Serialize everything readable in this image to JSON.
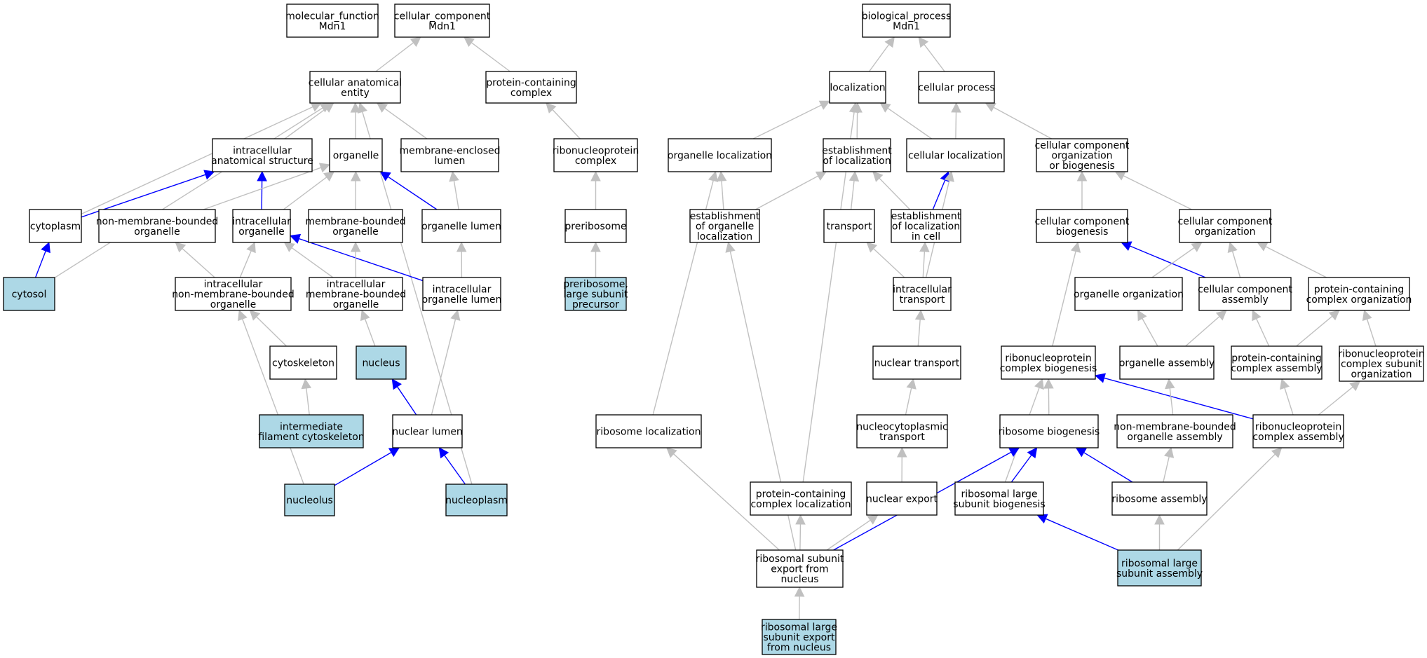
{
  "colors": {
    "edge_is_a": "#c0c0c0",
    "edge_part_of": "#0000ff",
    "node_default": "#ffffff",
    "node_annotated": "#add8e6",
    "node_border": "#000000",
    "text": "#000000"
  },
  "nodes": {
    "mf_root": {
      "label": [
        "molecular_function",
        "Mdn1"
      ],
      "annotated": false
    },
    "cc_root": {
      "label": [
        "cellular_component",
        "Mdn1"
      ],
      "annotated": false
    },
    "bp_root": {
      "label": [
        "biological_process",
        "Mdn1"
      ],
      "annotated": false
    },
    "cell_anat": {
      "label": [
        "cellular anatomical",
        "entity"
      ],
      "annotated": false
    },
    "prot_cont_complex": {
      "label": [
        "protein-containing",
        "complex"
      ],
      "annotated": false
    },
    "intracell_anat": {
      "label": [
        "intracellular",
        "anatomical structure"
      ],
      "annotated": false
    },
    "organelle": {
      "label": [
        "organelle"
      ],
      "annotated": false
    },
    "membrane_encl_lumen": {
      "label": [
        "membrane-enclosed",
        "lumen"
      ],
      "annotated": false
    },
    "rnp_complex": {
      "label": [
        "ribonucleoprotein",
        "complex"
      ],
      "annotated": false
    },
    "cytoplasm": {
      "label": [
        "cytoplasm"
      ],
      "annotated": false
    },
    "nonmem_org": {
      "label": [
        "non-membrane-bounded",
        "organelle"
      ],
      "annotated": false
    },
    "intracell_org": {
      "label": [
        "intracellular",
        "organelle"
      ],
      "annotated": false
    },
    "mem_org": {
      "label": [
        "membrane-bounded",
        "organelle"
      ],
      "annotated": false
    },
    "org_lumen": {
      "label": [
        "organelle lumen"
      ],
      "annotated": false
    },
    "preribosome": {
      "label": [
        "preribosome"
      ],
      "annotated": false
    },
    "cytosol": {
      "label": [
        "cytosol"
      ],
      "annotated": true
    },
    "intracell_nonmem_org": {
      "label": [
        "intracellular",
        "non-membrane-bounded",
        "organelle"
      ],
      "annotated": false
    },
    "intracell_mem_org": {
      "label": [
        "intracellular",
        "membrane-bounded",
        "organelle"
      ],
      "annotated": false
    },
    "intracell_org_lumen": {
      "label": [
        "intracellular",
        "organelle lumen"
      ],
      "annotated": false
    },
    "preribosome_lsu": {
      "label": [
        "preribosome,",
        "large subunit",
        "precursor"
      ],
      "annotated": true
    },
    "cytoskeleton": {
      "label": [
        "cytoskeleton"
      ],
      "annotated": false
    },
    "nucleus": {
      "label": [
        "nucleus"
      ],
      "annotated": true
    },
    "int_filament": {
      "label": [
        "intermediate",
        "filament cytoskeleton"
      ],
      "annotated": true
    },
    "nuclear_lumen": {
      "label": [
        "nuclear lumen"
      ],
      "annotated": false
    },
    "nucleolus": {
      "label": [
        "nucleolus"
      ],
      "annotated": true
    },
    "nucleoplasm": {
      "label": [
        "nucleoplasm"
      ],
      "annotated": true
    },
    "localization": {
      "label": [
        "localization"
      ],
      "annotated": false
    },
    "cellular_process": {
      "label": [
        "cellular process"
      ],
      "annotated": false
    },
    "org_localization": {
      "label": [
        "organelle localization"
      ],
      "annotated": false
    },
    "estab_loc": {
      "label": [
        "establishment",
        "of localization"
      ],
      "annotated": false
    },
    "cell_loc": {
      "label": [
        "cellular localization"
      ],
      "annotated": false
    },
    "cc_org_biogen": {
      "label": [
        "cellular component",
        "organization",
        "or biogenesis"
      ],
      "annotated": false
    },
    "estab_org_loc": {
      "label": [
        "establishment",
        "of organelle",
        "localization"
      ],
      "annotated": false
    },
    "transport": {
      "label": [
        "transport"
      ],
      "annotated": false
    },
    "estab_loc_cell": {
      "label": [
        "establishment",
        "of localization",
        "in cell"
      ],
      "annotated": false
    },
    "cc_biogenesis": {
      "label": [
        "cellular component",
        "biogenesis"
      ],
      "annotated": false
    },
    "cc_organization": {
      "label": [
        "cellular component",
        "organization"
      ],
      "annotated": false
    },
    "intracell_transport": {
      "label": [
        "intracellular",
        "transport"
      ],
      "annotated": false
    },
    "org_organization": {
      "label": [
        "organelle organization"
      ],
      "annotated": false
    },
    "cc_assembly": {
      "label": [
        "cellular component",
        "assembly"
      ],
      "annotated": false
    },
    "pc_complex_org": {
      "label": [
        "protein-containing",
        "complex organization"
      ],
      "annotated": false
    },
    "nuclear_transport": {
      "label": [
        "nuclear transport"
      ],
      "annotated": false
    },
    "rnp_biogenesis": {
      "label": [
        "ribonucleoprotein",
        "complex biogenesis"
      ],
      "annotated": false
    },
    "org_assembly": {
      "label": [
        "organelle assembly"
      ],
      "annotated": false
    },
    "pc_complex_assembly": {
      "label": [
        "protein-containing",
        "complex assembly"
      ],
      "annotated": false
    },
    "rnp_subunit_org": {
      "label": [
        "ribonucleoprotein",
        "complex subunit",
        "organization"
      ],
      "annotated": false
    },
    "ribosome_loc": {
      "label": [
        "ribosome localization"
      ],
      "annotated": false
    },
    "nucleocyto_transport": {
      "label": [
        "nucleocytoplasmic",
        "transport"
      ],
      "annotated": false
    },
    "ribosome_biogen": {
      "label": [
        "ribosome biogenesis"
      ],
      "annotated": false
    },
    "nonmem_org_assembly": {
      "label": [
        "non-membrane-bounded",
        "organelle assembly"
      ],
      "annotated": false
    },
    "rnp_assembly": {
      "label": [
        "ribonucleoprotein",
        "complex assembly"
      ],
      "annotated": false
    },
    "pc_complex_loc": {
      "label": [
        "protein-containing",
        "complex localization"
      ],
      "annotated": false
    },
    "nuclear_export": {
      "label": [
        "nuclear export"
      ],
      "annotated": false
    },
    "rlsu_biogenesis": {
      "label": [
        "ribosomal large",
        "subunit biogenesis"
      ],
      "annotated": false
    },
    "ribosome_assembly": {
      "label": [
        "ribosome assembly"
      ],
      "annotated": false
    },
    "rsu_export": {
      "label": [
        "ribosomal subunit",
        "export from",
        "nucleus"
      ],
      "annotated": false
    },
    "rlsu_assembly": {
      "label": [
        "ribosomal large",
        "subunit assembly"
      ],
      "annotated": true
    },
    "rlsu_export": {
      "label": [
        "ribosomal large",
        "subunit export",
        "from nucleus"
      ],
      "annotated": true
    }
  },
  "edges": [
    {
      "from": "cell_anat",
      "to": "cc_root",
      "type": "is_a"
    },
    {
      "from": "prot_cont_complex",
      "to": "cc_root",
      "type": "is_a"
    },
    {
      "from": "intracell_anat",
      "to": "cell_anat",
      "type": "is_a"
    },
    {
      "from": "organelle",
      "to": "cell_anat",
      "type": "is_a"
    },
    {
      "from": "membrane_encl_lumen",
      "to": "cell_anat",
      "type": "is_a"
    },
    {
      "from": "cytoplasm",
      "to": "cell_anat",
      "type": "is_a"
    },
    {
      "from": "cytosol",
      "to": "cell_anat",
      "type": "is_a"
    },
    {
      "from": "nucleoplasm",
      "to": "cell_anat",
      "type": "is_a"
    },
    {
      "from": "rnp_complex",
      "to": "prot_cont_complex",
      "type": "is_a"
    },
    {
      "from": "cytoplasm",
      "to": "intracell_anat",
      "type": "part_of"
    },
    {
      "from": "intracell_org",
      "to": "intracell_anat",
      "type": "part_of"
    },
    {
      "from": "nonmem_org",
      "to": "organelle",
      "type": "is_a"
    },
    {
      "from": "intracell_org",
      "to": "organelle",
      "type": "is_a"
    },
    {
      "from": "mem_org",
      "to": "organelle",
      "type": "is_a"
    },
    {
      "from": "org_lumen",
      "to": "organelle",
      "type": "part_of"
    },
    {
      "from": "org_lumen",
      "to": "membrane_encl_lumen",
      "type": "is_a"
    },
    {
      "from": "preribosome",
      "to": "rnp_complex",
      "type": "is_a"
    },
    {
      "from": "cytosol",
      "to": "cytoplasm",
      "type": "part_of"
    },
    {
      "from": "intracell_nonmem_org",
      "to": "nonmem_org",
      "type": "is_a"
    },
    {
      "from": "intracell_nonmem_org",
      "to": "intracell_org",
      "type": "is_a"
    },
    {
      "from": "intracell_mem_org",
      "to": "intracell_org",
      "type": "is_a"
    },
    {
      "from": "intracell_org_lumen",
      "to": "intracell_org",
      "type": "part_of"
    },
    {
      "from": "intracell_mem_org",
      "to": "mem_org",
      "type": "is_a"
    },
    {
      "from": "intracell_org_lumen",
      "to": "org_lumen",
      "type": "is_a"
    },
    {
      "from": "preribosome_lsu",
      "to": "preribosome",
      "type": "is_a"
    },
    {
      "from": "cytoskeleton",
      "to": "intracell_nonmem_org",
      "type": "is_a"
    },
    {
      "from": "nucleolus",
      "to": "intracell_nonmem_org",
      "type": "is_a"
    },
    {
      "from": "nucleus",
      "to": "intracell_mem_org",
      "type": "is_a"
    },
    {
      "from": "nuclear_lumen",
      "to": "intracell_org_lumen",
      "type": "is_a"
    },
    {
      "from": "int_filament",
      "to": "cytoskeleton",
      "type": "is_a"
    },
    {
      "from": "nuclear_lumen",
      "to": "nucleus",
      "type": "part_of"
    },
    {
      "from": "nucleolus",
      "to": "nuclear_lumen",
      "type": "part_of"
    },
    {
      "from": "nucleoplasm",
      "to": "nuclear_lumen",
      "type": "part_of"
    },
    {
      "from": "localization",
      "to": "bp_root",
      "type": "is_a"
    },
    {
      "from": "cellular_process",
      "to": "bp_root",
      "type": "is_a"
    },
    {
      "from": "org_localization",
      "to": "localization",
      "type": "is_a"
    },
    {
      "from": "estab_loc",
      "to": "localization",
      "type": "is_a"
    },
    {
      "from": "cell_loc",
      "to": "localization",
      "type": "is_a"
    },
    {
      "from": "pc_complex_loc",
      "to": "localization",
      "type": "is_a"
    },
    {
      "from": "cell_loc",
      "to": "cellular_process",
      "type": "is_a"
    },
    {
      "from": "cc_org_biogen",
      "to": "cellular_process",
      "type": "is_a"
    },
    {
      "from": "estab_org_loc",
      "to": "org_localization",
      "type": "is_a"
    },
    {
      "from": "ribosome_loc",
      "to": "org_localization",
      "type": "is_a"
    },
    {
      "from": "estab_org_loc",
      "to": "estab_loc",
      "type": "is_a"
    },
    {
      "from": "transport",
      "to": "estab_loc",
      "type": "is_a"
    },
    {
      "from": "estab_loc_cell",
      "to": "estab_loc",
      "type": "is_a"
    },
    {
      "from": "estab_loc_cell",
      "to": "cell_loc",
      "type": "part_of"
    },
    {
      "from": "intracell_transport",
      "to": "cell_loc",
      "type": "is_a"
    },
    {
      "from": "cc_biogenesis",
      "to": "cc_org_biogen",
      "type": "is_a"
    },
    {
      "from": "cc_organization",
      "to": "cc_org_biogen",
      "type": "is_a"
    },
    {
      "from": "rsu_export",
      "to": "estab_org_loc",
      "type": "is_a"
    },
    {
      "from": "intracell_transport",
      "to": "transport",
      "type": "is_a"
    },
    {
      "from": "intracell_transport",
      "to": "estab_loc_cell",
      "type": "is_a"
    },
    {
      "from": "rnp_biogenesis",
      "to": "cc_biogenesis",
      "type": "is_a"
    },
    {
      "from": "cc_assembly",
      "to": "cc_biogenesis",
      "type": "part_of"
    },
    {
      "from": "org_organization",
      "to": "cc_organization",
      "type": "is_a"
    },
    {
      "from": "cc_assembly",
      "to": "cc_organization",
      "type": "is_a"
    },
    {
      "from": "pc_complex_org",
      "to": "cc_organization",
      "type": "is_a"
    },
    {
      "from": "nuclear_transport",
      "to": "intracell_transport",
      "type": "is_a"
    },
    {
      "from": "org_assembly",
      "to": "org_organization",
      "type": "is_a"
    },
    {
      "from": "org_assembly",
      "to": "cc_assembly",
      "type": "is_a"
    },
    {
      "from": "pc_complex_assembly",
      "to": "cc_assembly",
      "type": "is_a"
    },
    {
      "from": "pc_complex_assembly",
      "to": "pc_complex_org",
      "type": "is_a"
    },
    {
      "from": "rnp_subunit_org",
      "to": "pc_complex_org",
      "type": "is_a"
    },
    {
      "from": "nucleocyto_transport",
      "to": "nuclear_transport",
      "type": "is_a"
    },
    {
      "from": "ribosome_biogen",
      "to": "rnp_biogenesis",
      "type": "is_a"
    },
    {
      "from": "rlsu_biogenesis",
      "to": "rnp_biogenesis",
      "type": "is_a"
    },
    {
      "from": "rnp_assembly",
      "to": "rnp_biogenesis",
      "type": "part_of"
    },
    {
      "from": "nonmem_org_assembly",
      "to": "org_assembly",
      "type": "is_a"
    },
    {
      "from": "rnp_assembly",
      "to": "pc_complex_assembly",
      "type": "is_a"
    },
    {
      "from": "rnp_assembly",
      "to": "rnp_subunit_org",
      "type": "is_a"
    },
    {
      "from": "rsu_export",
      "to": "ribosome_loc",
      "type": "is_a"
    },
    {
      "from": "nuclear_export",
      "to": "nucleocyto_transport",
      "type": "is_a"
    },
    {
      "from": "rlsu_biogenesis",
      "to": "ribosome_biogen",
      "type": "part_of"
    },
    {
      "from": "ribosome_assembly",
      "to": "ribosome_biogen",
      "type": "part_of"
    },
    {
      "from": "rsu_export",
      "to": "ribosome_biogen",
      "type": "part_of"
    },
    {
      "from": "ribosome_assembly",
      "to": "nonmem_org_assembly",
      "type": "is_a"
    },
    {
      "from": "rlsu_assembly",
      "to": "rnp_assembly",
      "type": "is_a"
    },
    {
      "from": "rsu_export",
      "to": "pc_complex_loc",
      "type": "is_a"
    },
    {
      "from": "rsu_export",
      "to": "nuclear_export",
      "type": "is_a"
    },
    {
      "from": "rlsu_assembly",
      "to": "rlsu_biogenesis",
      "type": "part_of"
    },
    {
      "from": "rlsu_assembly",
      "to": "ribosome_assembly",
      "type": "is_a"
    },
    {
      "from": "rlsu_export",
      "to": "rsu_export",
      "type": "is_a"
    }
  ]
}
